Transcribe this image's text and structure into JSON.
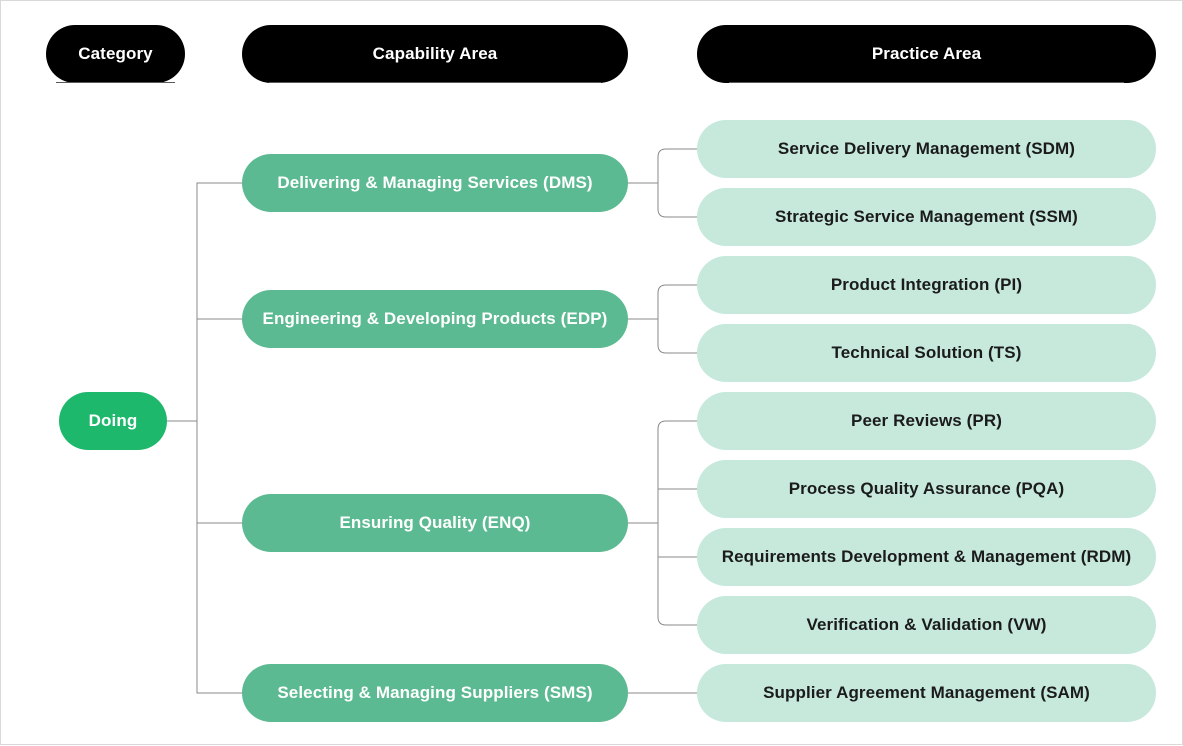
{
  "headers": {
    "category": "Category",
    "capability_area": "Capability Area",
    "practice_area": "Practice Area"
  },
  "category": {
    "label": "Doing"
  },
  "capabilities": [
    {
      "label": "Delivering & Managing Services (DMS)",
      "practices": [
        "Service Delivery Management (SDM)",
        "Strategic Service Management (SSM)"
      ]
    },
    {
      "label": "Engineering & Developing Products (EDP)",
      "practices": [
        "Product Integration (PI)",
        "Technical Solution (TS)"
      ]
    },
    {
      "label": "Ensuring Quality (ENQ)",
      "practices": [
        "Peer Reviews (PR)",
        "Process Quality Assurance (PQA)",
        "Requirements Development & Management (RDM)",
        "Verification & Validation (VW)"
      ]
    },
    {
      "label": "Selecting & Managing Suppliers (SMS)",
      "practices": [
        "Supplier Agreement Management (SAM)"
      ]
    }
  ],
  "colors": {
    "header_bg": "#000000",
    "category_bg": "#1eb86d",
    "capability_bg": "#5cba92",
    "practice_bg": "#c6e9dc",
    "connector": "#8a8a8a"
  }
}
